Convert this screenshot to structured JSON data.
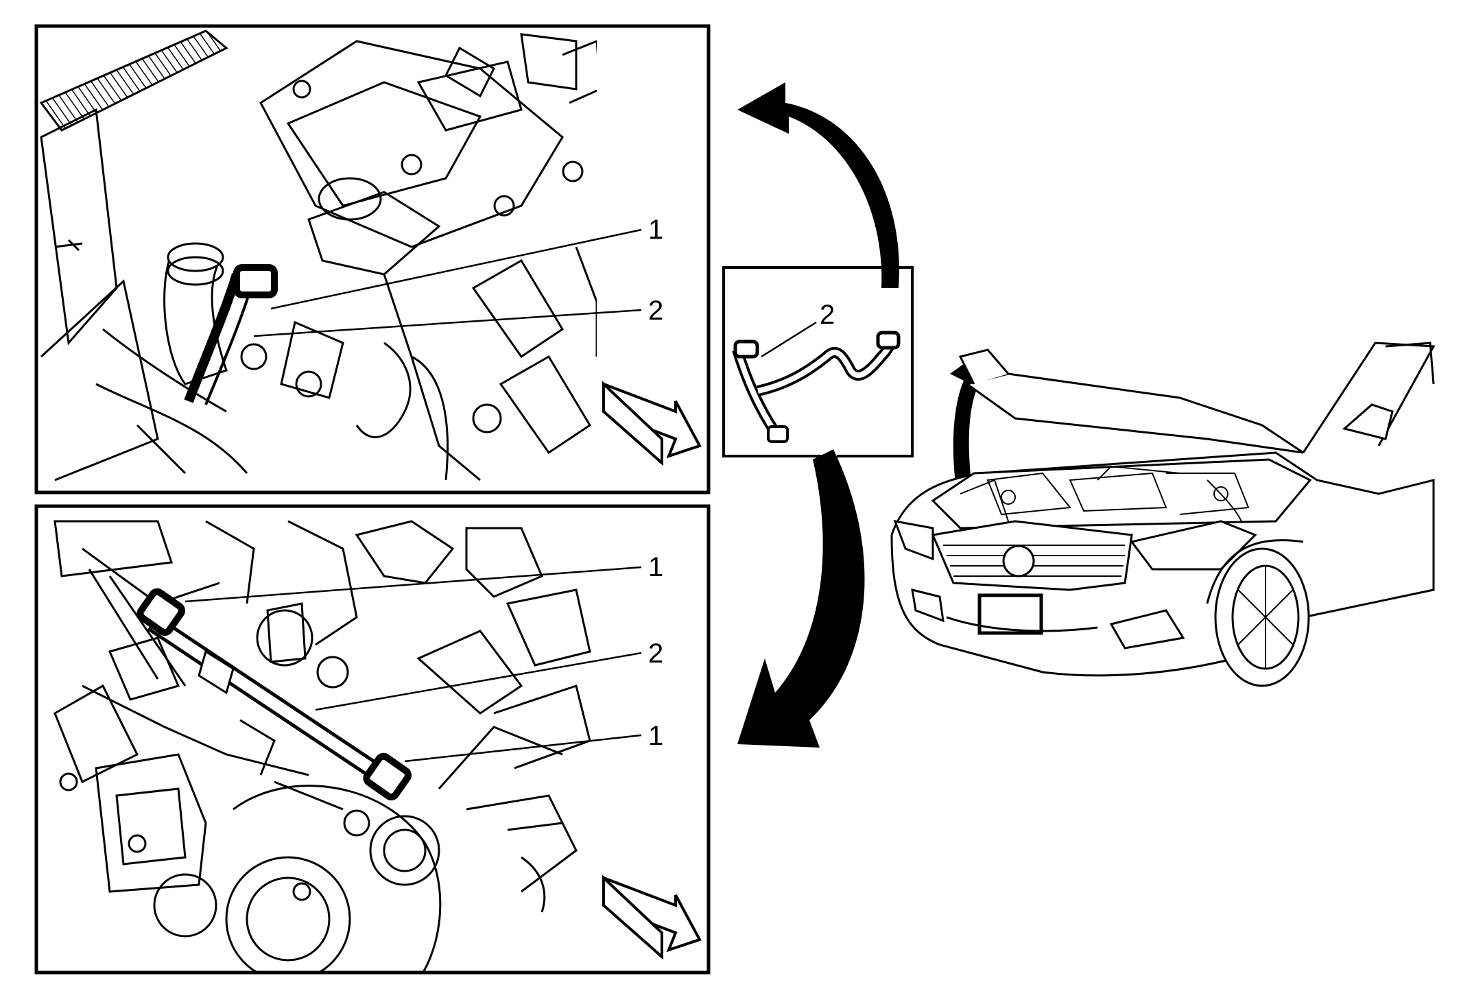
{
  "callouts": {
    "top_panel": {
      "label_1": "1",
      "label_2": "2"
    },
    "bottom_panel": {
      "label_1_upper": "1",
      "label_2": "2",
      "label_1_lower": "1"
    },
    "center_panel": {
      "label_2": "2"
    }
  },
  "icons": {
    "top_direction": "front-direction-arrow-icon",
    "bottom_direction": "front-direction-arrow-icon",
    "upper_curved_arrow": "curved-arrow-up-icon",
    "lower_curved_arrow": "curved-arrow-down-icon",
    "vehicle_arrow": "curved-arrow-up-icon"
  },
  "colors": {
    "ink": "#000000",
    "paper": "#ffffff"
  }
}
